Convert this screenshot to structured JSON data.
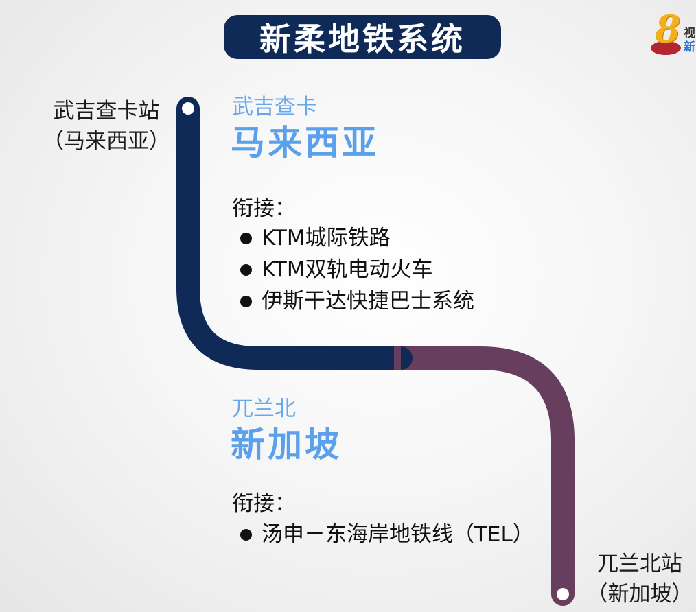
{
  "title": "新柔地铁系统",
  "logo": {
    "numeral": "8",
    "text_line1": "视",
    "text_line2": "新"
  },
  "colors": {
    "title_bg": "#0f2a56",
    "malaysia_line": "#0f2a56",
    "singapore_line": "#673e5e",
    "city_label": "#5aa0ea"
  },
  "stations": {
    "north": {
      "name": "武吉查卡站",
      "country": "（马来西亚）"
    },
    "south": {
      "name": "兀兰北站",
      "country": "（新加坡）"
    }
  },
  "sections": {
    "malaysia": {
      "area": "武吉查卡",
      "country": "马来西亚",
      "connections_label": "衔接：",
      "connections": [
        "KTM城际铁路",
        "KTM双轨电动火车",
        "伊斯干达快捷巴士系统"
      ]
    },
    "singapore": {
      "area": "兀兰北",
      "country": "新加坡",
      "connections_label": "衔接：",
      "connections": [
        "汤申－东海岸地铁线（TEL）"
      ]
    }
  }
}
